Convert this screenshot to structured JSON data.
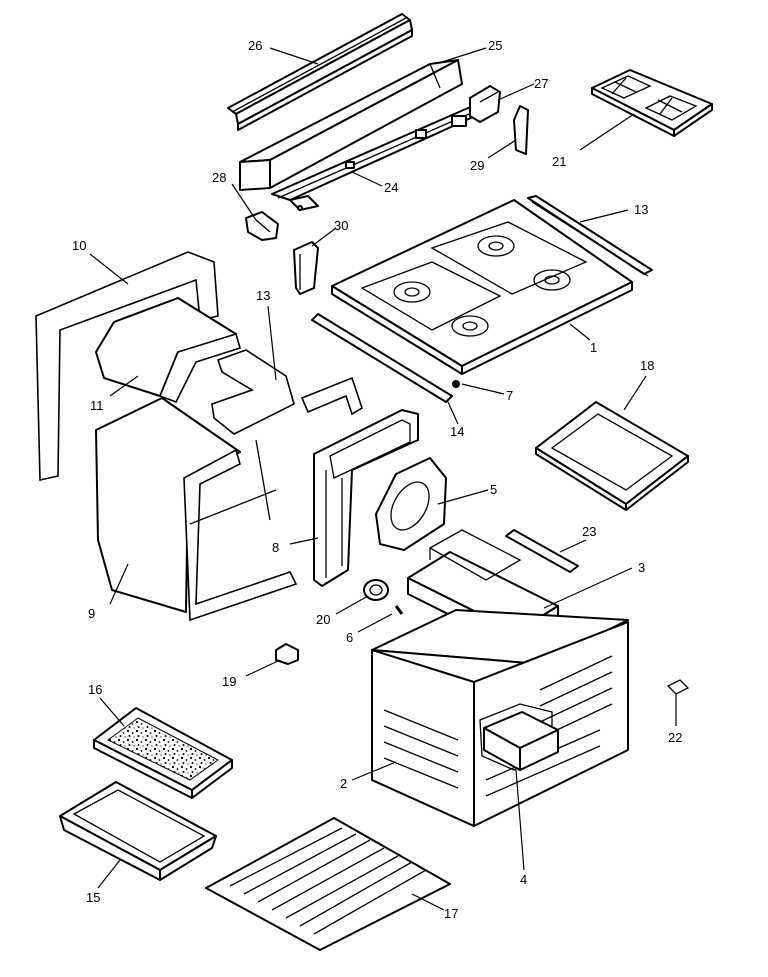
{
  "callouts": [
    {
      "id": "c1",
      "label": "1"
    },
    {
      "id": "c2",
      "label": "2"
    },
    {
      "id": "c3",
      "label": "3"
    },
    {
      "id": "c4",
      "label": "4"
    },
    {
      "id": "c5",
      "label": "5"
    },
    {
      "id": "c6",
      "label": "6"
    },
    {
      "id": "c7",
      "label": "7"
    },
    {
      "id": "c8",
      "label": "8"
    },
    {
      "id": "c9",
      "label": "9"
    },
    {
      "id": "c10",
      "label": "10"
    },
    {
      "id": "c11",
      "label": "11"
    },
    {
      "id": "c13a",
      "label": "13"
    },
    {
      "id": "c13b",
      "label": "13"
    },
    {
      "id": "c14",
      "label": "14"
    },
    {
      "id": "c15",
      "label": "15"
    },
    {
      "id": "c16",
      "label": "16"
    },
    {
      "id": "c17",
      "label": "17"
    },
    {
      "id": "c18",
      "label": "18"
    },
    {
      "id": "c19",
      "label": "19"
    },
    {
      "id": "c20",
      "label": "20"
    },
    {
      "id": "c21",
      "label": "21"
    },
    {
      "id": "c22",
      "label": "22"
    },
    {
      "id": "c23",
      "label": "23"
    },
    {
      "id": "c24",
      "label": "24"
    },
    {
      "id": "c25",
      "label": "25"
    },
    {
      "id": "c26",
      "label": "26"
    },
    {
      "id": "c27",
      "label": "27"
    },
    {
      "id": "c28",
      "label": "28"
    },
    {
      "id": "c29",
      "label": "29"
    },
    {
      "id": "c30",
      "label": "30"
    }
  ]
}
